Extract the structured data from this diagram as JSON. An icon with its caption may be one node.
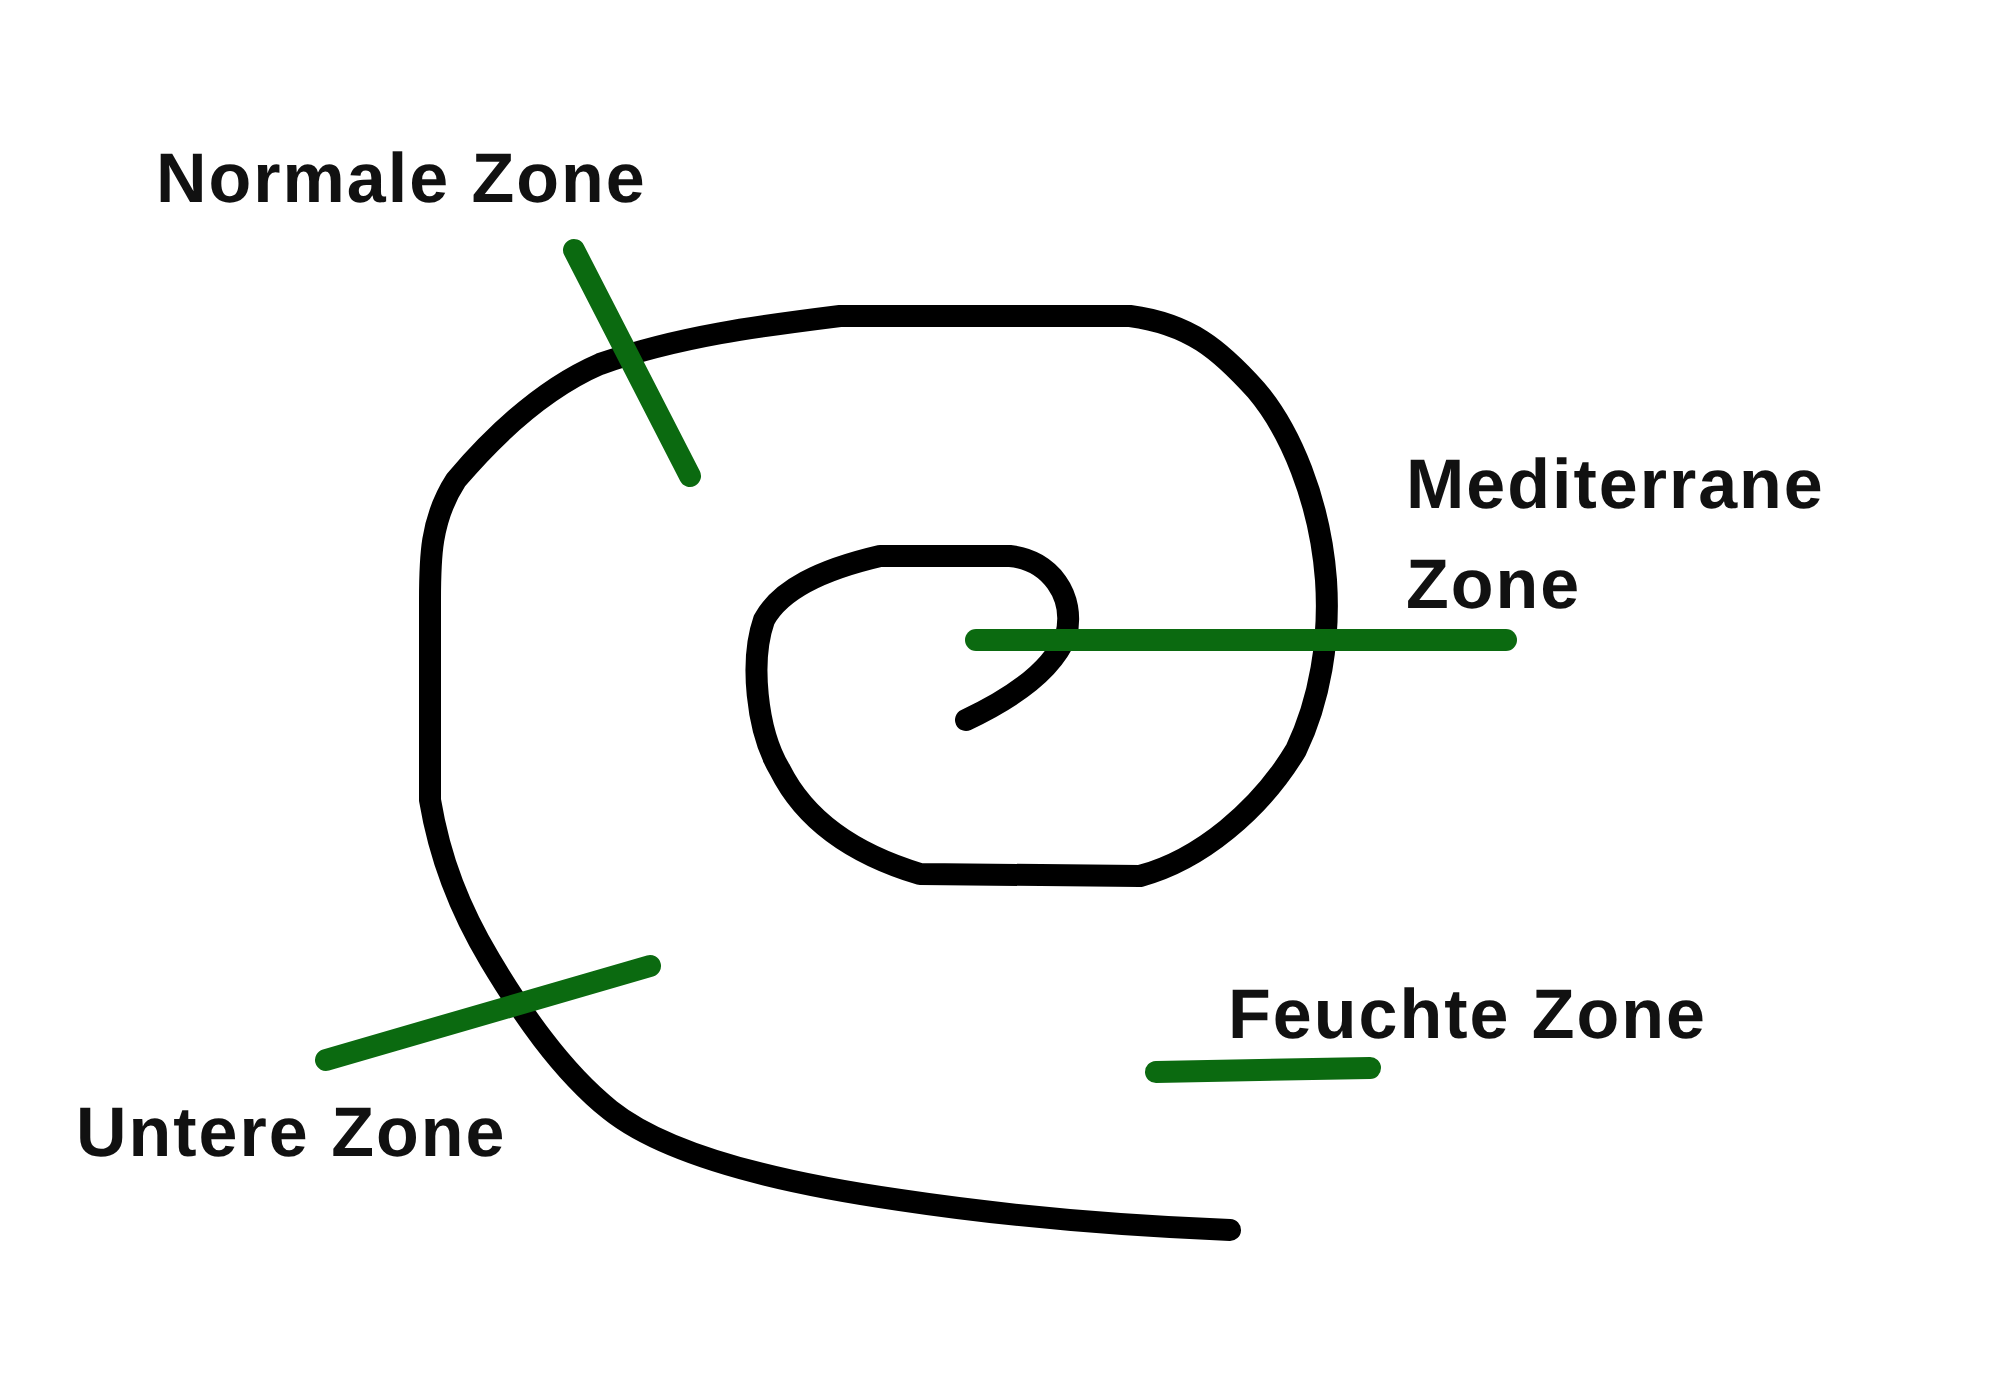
{
  "diagram": {
    "labels": [
      "Normale Zone",
      "Mediterrane Zone",
      "Untere Zone",
      "Feuchte Zone"
    ]
  }
}
